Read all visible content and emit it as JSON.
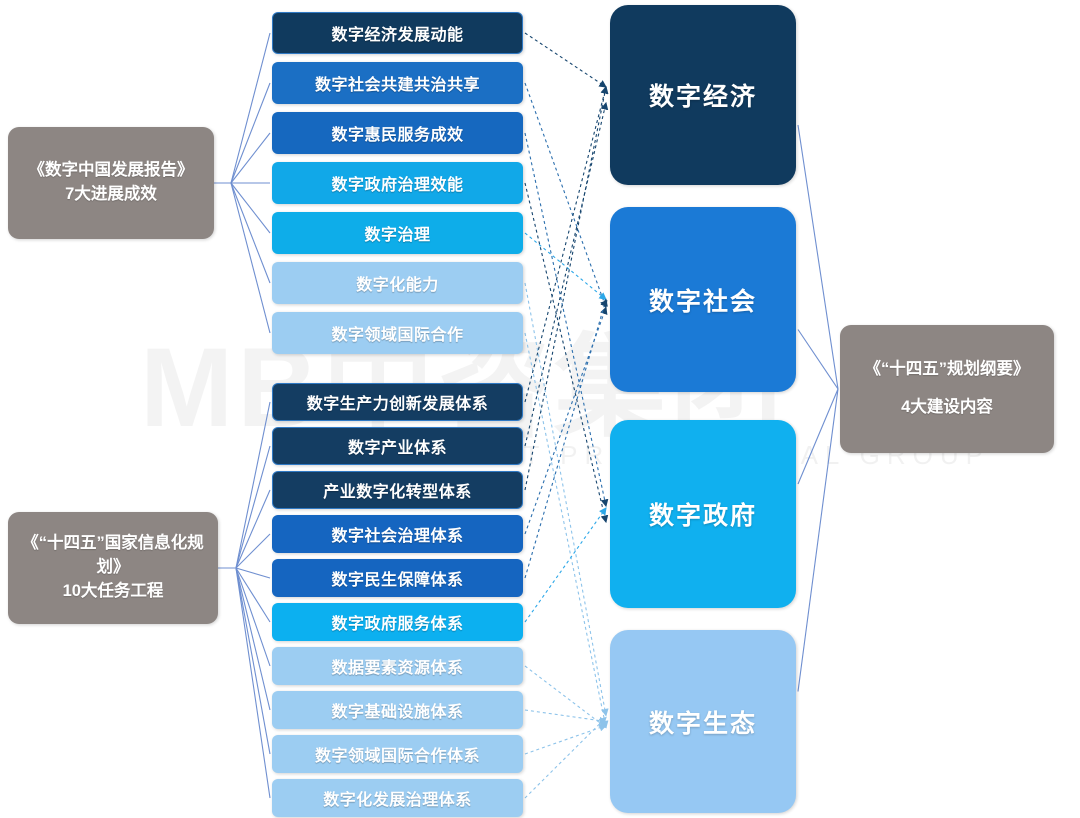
{
  "watermark": {
    "logo_text": "MB中咨集团",
    "subtitle": "MANAGEMENT PROFESSIONAL GROUP"
  },
  "palette": {
    "gray": "#8d8683",
    "navy": "#103a5e",
    "navy2": "#12395c",
    "blue_dark": "#1565c0",
    "blue": "#1b6fc4",
    "cyan": "#08a9ec",
    "cyan2": "#0cb0f0",
    "light_blue": "#9ccdf2",
    "light_blue2": "#a3cdf2",
    "line_blue": "#6f8fd0",
    "arrow_navy": "#16456e",
    "arrow_cyan": "#2ba7e8",
    "arrow_light": "#9ccdf2"
  },
  "sources": [
    {
      "id": "src-report",
      "name": "digital-china-report",
      "line1": "《数字中国发展报告》",
      "line2": "7大进展成效"
    },
    {
      "id": "src-plan",
      "name": "national-informatization-plan",
      "line1": "《“十四五”国家信息化规划》",
      "line2": "10大任务工程"
    }
  ],
  "right_source": {
    "id": "src-outline",
    "name": "14th-five-year-plan-outline",
    "line1": "《“十四五”规划纲要》",
    "line2": "4大建设内容"
  },
  "group_top": {
    "count": 7,
    "items": [
      {
        "label": "数字经济发展动能",
        "color": "#103a5e",
        "outlined": true
      },
      {
        "label": "数字社会共建共治共享",
        "color": "#1b6fc4",
        "outlined": false
      },
      {
        "label": "数字惠民服务成效",
        "color": "#1668bf",
        "outlined": false
      },
      {
        "label": "数字政府治理效能",
        "color": "#11a8e8",
        "outlined": false
      },
      {
        "label": "数字治理",
        "color": "#0eade9",
        "outlined": false
      },
      {
        "label": "数字化能力",
        "color": "#9ccdf2",
        "outlined": false
      },
      {
        "label": "数字领域国际合作",
        "color": "#9ccdf2",
        "outlined": false
      }
    ]
  },
  "group_bottom": {
    "count": 10,
    "items": [
      {
        "label": "数字生产力创新发展体系",
        "color": "#143d62",
        "outlined": true
      },
      {
        "label": "数字产业体系",
        "color": "#143d62",
        "outlined": true
      },
      {
        "label": "产业数字化转型体系",
        "color": "#143d62",
        "outlined": true
      },
      {
        "label": "数字社会治理体系",
        "color": "#1565c0",
        "outlined": false
      },
      {
        "label": "数字民生保障体系",
        "color": "#1565c0",
        "outlined": false
      },
      {
        "label": "数字政府服务体系",
        "color": "#0cb0f0",
        "outlined": false
      },
      {
        "label": "数据要素资源体系",
        "color": "#9ccdf2",
        "outlined": false
      },
      {
        "label": "数字基础设施体系",
        "color": "#9ccdf2",
        "outlined": false
      },
      {
        "label": "数字领域国际合作体系",
        "color": "#9ccdf2",
        "outlined": false
      },
      {
        "label": "数字化发展治理体系",
        "color": "#9ccdf2",
        "outlined": false
      }
    ]
  },
  "pillars": [
    {
      "label": "数字经济",
      "color": "#103a5e"
    },
    {
      "label": "数字社会",
      "color": "#1b7ad6"
    },
    {
      "label": "数字政府",
      "color": "#10b0ef"
    },
    {
      "label": "数字生态",
      "color": "#96c8f3"
    }
  ]
}
